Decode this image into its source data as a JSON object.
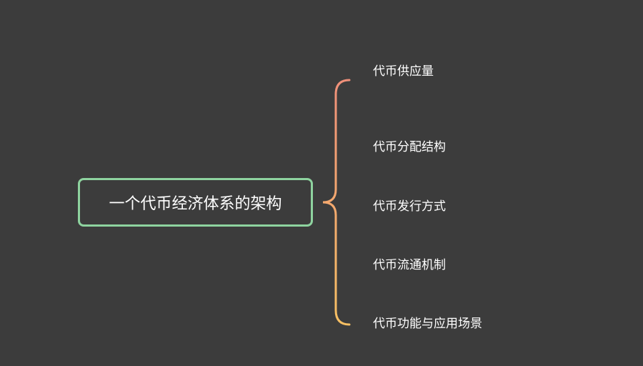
{
  "root": {
    "label": "一个代币经济体系的架构",
    "border_color": "#8ed39f"
  },
  "branches": [
    {
      "label": "代币供应量"
    },
    {
      "label": "代币分配结构"
    },
    {
      "label": "代币发行方式"
    },
    {
      "label": "代币流通机制"
    },
    {
      "label": "代币功能与应用场景"
    }
  ],
  "colors": {
    "background": "#3c3c3c",
    "brace_top": "#f0907a",
    "brace_bottom": "#f7c063"
  }
}
